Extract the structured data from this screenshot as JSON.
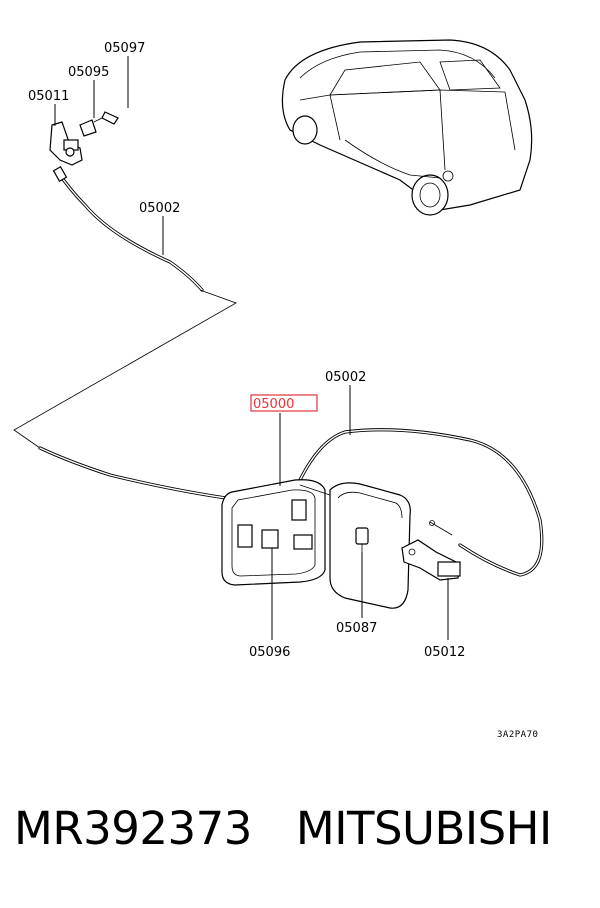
{
  "callouts": {
    "p05097": "05097",
    "p05095": "05095",
    "p05011": "05011",
    "p05002_upper": "05002",
    "p05002_lower": "05002",
    "p05000": "05000",
    "p05096": "05096",
    "p05087": "05087",
    "p05012": "05012"
  },
  "highlight_color": "#e0353b",
  "diagram_code": "3A2PA70",
  "caption": {
    "part_number": "MR392373",
    "brand": "MITSUBISHI"
  }
}
